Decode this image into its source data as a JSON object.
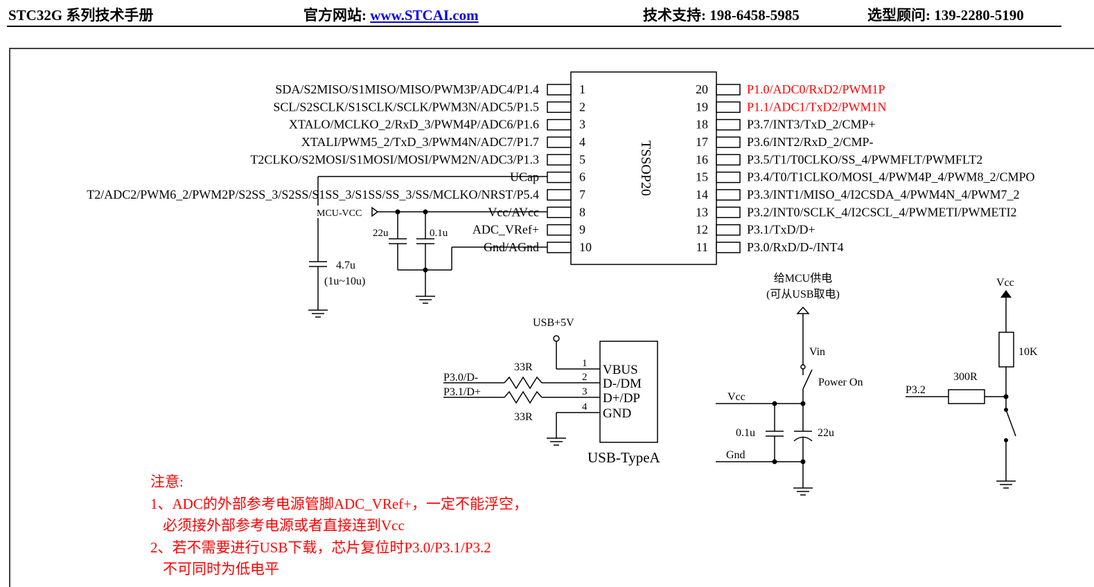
{
  "header": {
    "title": "STC32G 系列技术手册",
    "website_label": "官方网站: ",
    "website_url": "www.STCAI.com",
    "support": "技术支持: 198-6458-5985",
    "consultant": "选型顾问: 139-2280-5190"
  },
  "chip": {
    "package": "TSSOP20",
    "left_pins": [
      {
        "num": "1",
        "label": "SDA/S2MISO/S1MISO/MISO/PWM3P/ADC4/P1.4"
      },
      {
        "num": "2",
        "label": "SCL/S2SCLK/S1SCLK/SCLK/PWM3N/ADC5/P1.5"
      },
      {
        "num": "3",
        "label": "XTALO/MCLKO_2/RxD_3/PWM4P/ADC6/P1.6"
      },
      {
        "num": "4",
        "label": "XTALI/PWM5_2/TxD_3/PWM4N/ADC7/P1.7"
      },
      {
        "num": "5",
        "label": "T2CLKO/S2MOSI/S1MOSI/MOSI/PWM2N/ADC3/P1.3"
      },
      {
        "num": "6",
        "label": "UCap"
      },
      {
        "num": "7",
        "label": "T2/ADC2/PWM6_2/PWM2P/S2SS_3/S2SS/S1SS_3/S1SS/SS_3/SS/MCLKO/NRST/P5.4"
      },
      {
        "num": "8",
        "label": "Vcc/AVcc"
      },
      {
        "num": "9",
        "label": "ADC_VRef+"
      },
      {
        "num": "10",
        "label": "Gnd/AGnd"
      }
    ],
    "right_pins": [
      {
        "num": "20",
        "label": "P1.0/ADC0/RxD2/PWM1P",
        "highlight": true
      },
      {
        "num": "19",
        "label": "P1.1/ADC1/TxD2/PWM1N",
        "highlight": true
      },
      {
        "num": "18",
        "label": "P3.7/INT3/TxD_2/CMP+"
      },
      {
        "num": "17",
        "label": "P3.6/INT2/RxD_2/CMP-"
      },
      {
        "num": "16",
        "label": "P3.5/T1/T0CLKO/SS_4/PWMFLT/PWMFLT2"
      },
      {
        "num": "15",
        "label": "P3.4/T0/T1CLKO/MOSI_4/PWM4P_4/PWM8_2/CMPO"
      },
      {
        "num": "14",
        "label": "P3.3/INT1/MISO_4/I2CSDA_4/PWM4N_4/PWM7_2"
      },
      {
        "num": "13",
        "label": "P3.2/INT0/SCLK_4/I2CSCL_4/PWMETI/PWMETI2"
      },
      {
        "num": "12",
        "label": "P3.1/TxD/D+"
      },
      {
        "num": "11",
        "label": "P3.0/RxD/D-/INT4"
      }
    ]
  },
  "power_section": {
    "mcu_vcc": "MCU-VCC",
    "cap_22u": "22u",
    "cap_01u": "0.1u",
    "ucap_cap": "4.7u",
    "ucap_range": "(1u~10u)"
  },
  "usb_section": {
    "usb5v": "USB+5V",
    "connector_name": "USB-TypeA",
    "pins": [
      {
        "num": "1",
        "label": "VBUS"
      },
      {
        "num": "2",
        "label": "D-/DM"
      },
      {
        "num": "3",
        "label": "D+/DP"
      },
      {
        "num": "4",
        "label": "GND"
      }
    ],
    "net_dm": "P3.0/D-",
    "net_dp": "P3.1/D+",
    "res_top": "33R",
    "res_bottom": "33R"
  },
  "supply_section": {
    "title_line1": "给MCU供电",
    "title_line2": "(可从USB取电)",
    "vin": "Vin",
    "power_on": "Power On",
    "vcc": "Vcc",
    "gnd": "Gnd",
    "cap_small": "0.1u",
    "cap_big": "22u"
  },
  "p32_section": {
    "vcc": "Vcc",
    "pullup": "10K",
    "series": "300R",
    "net": "P3.2"
  },
  "notes": {
    "heading": "注意:",
    "line1": "1、ADC的外部参考电源管脚ADC_VRef+，一定不能浮空，",
    "line2": "必须接外部参考电源或者直接连到Vcc",
    "line3": "2、若不需要进行USB下载，芯片复位时P3.0/P3.1/P3.2",
    "line4": "不可同时为低电平"
  },
  "colors": {
    "highlight": "#ff0000",
    "link": "#0000ee",
    "ink": "#000000"
  }
}
